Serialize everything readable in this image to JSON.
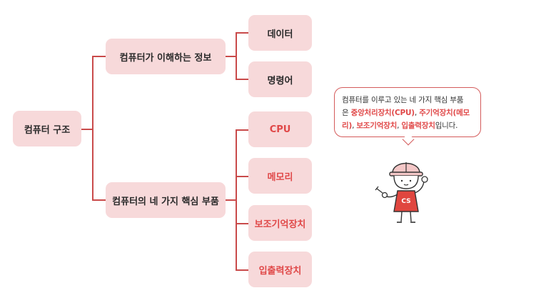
{
  "root": {
    "label": "컴퓨터 구조"
  },
  "branches": [
    {
      "label": "컴퓨터가 이해하는 정보",
      "children": [
        "데이터",
        "명령어"
      ]
    },
    {
      "label": "컴퓨터의 네 가지 핵심 부품",
      "children": [
        "CPU",
        "메모리",
        "보조기억장치",
        "입출력장치"
      ]
    }
  ],
  "bubble": {
    "line1": "컴퓨터를 이루고 있는 네 가지 핵심 부품",
    "line2_prefix": "은 ",
    "cpu": "중앙처리장치(CPU)",
    "comma1": ", ",
    "mem_a": "주기억장치(메모",
    "mem_b": "리)",
    "comma2": ", ",
    "aux": "보조기억장치",
    "comma3": ", ",
    "io": "입출력장치",
    "suffix": "입니다."
  },
  "mascot": {
    "badge": "CS"
  },
  "colors": {
    "node_fill": "#f7d9da",
    "line": "#c94a4a",
    "accent": "#e04848"
  }
}
